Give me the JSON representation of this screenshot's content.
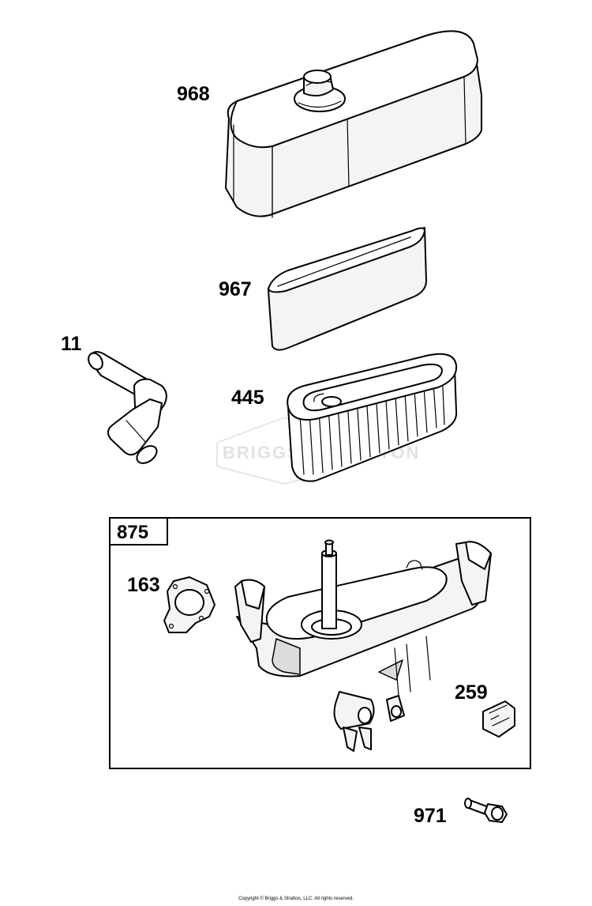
{
  "parts": {
    "cover": "968",
    "pre_cleaner": "967",
    "breather_tube": "11",
    "filter_cartridge": "445",
    "base_kit": "875",
    "gasket": "163",
    "clip": "259",
    "screw": "971"
  },
  "watermark": "BRIGGS&STRATTON",
  "copyright": "Copyright © Briggs & Stratton, LLC. All rights reserved."
}
